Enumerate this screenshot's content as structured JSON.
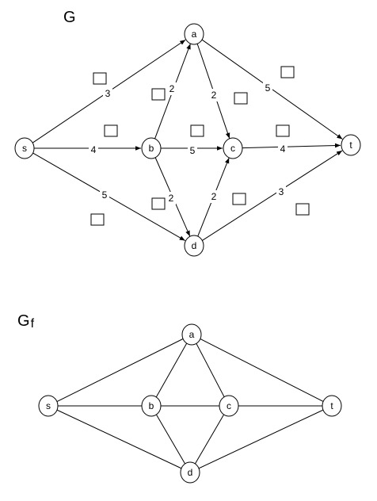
{
  "graphs": {
    "G": {
      "title": "G"
    },
    "Gf": {
      "title_main": "G",
      "title_sub": "f"
    }
  },
  "nodes": [
    {
      "id": "s",
      "label": "s"
    },
    {
      "id": "a",
      "label": "a"
    },
    {
      "id": "b",
      "label": "b"
    },
    {
      "id": "c",
      "label": "c"
    },
    {
      "id": "d",
      "label": "d"
    },
    {
      "id": "t",
      "label": "t"
    }
  ],
  "G_edges": [
    {
      "from": "s",
      "to": "a",
      "capacity": "3"
    },
    {
      "from": "s",
      "to": "b",
      "capacity": "4"
    },
    {
      "from": "s",
      "to": "d",
      "capacity": "5"
    },
    {
      "from": "b",
      "to": "a",
      "capacity": "2"
    },
    {
      "from": "a",
      "to": "c",
      "capacity": "2"
    },
    {
      "from": "a",
      "to": "t",
      "capacity": "5"
    },
    {
      "from": "b",
      "to": "c",
      "capacity": "5"
    },
    {
      "from": "b",
      "to": "d",
      "capacity": "2"
    },
    {
      "from": "d",
      "to": "c",
      "capacity": "2"
    },
    {
      "from": "c",
      "to": "t",
      "capacity": "4"
    },
    {
      "from": "d",
      "to": "t",
      "capacity": "3"
    }
  ],
  "Gf_edges": [
    {
      "from": "s",
      "to": "a"
    },
    {
      "from": "s",
      "to": "b"
    },
    {
      "from": "s",
      "to": "d"
    },
    {
      "from": "a",
      "to": "b"
    },
    {
      "from": "a",
      "to": "c"
    },
    {
      "from": "a",
      "to": "t"
    },
    {
      "from": "b",
      "to": "c"
    },
    {
      "from": "b",
      "to": "d"
    },
    {
      "from": "c",
      "to": "d"
    },
    {
      "from": "c",
      "to": "t"
    },
    {
      "from": "d",
      "to": "t"
    }
  ],
  "flow_boxes": {
    "count": 11,
    "filled": false
  }
}
